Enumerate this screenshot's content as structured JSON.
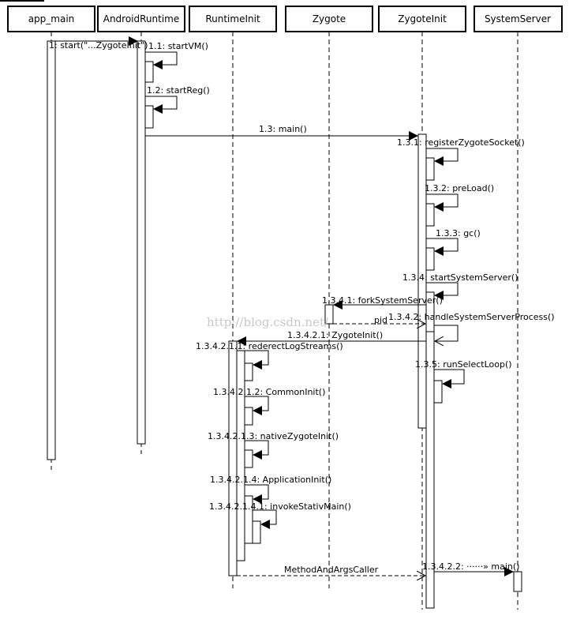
{
  "participants": [
    {
      "id": "app_main",
      "label": "app_main"
    },
    {
      "id": "android_runtime",
      "label": "AndroidRuntime"
    },
    {
      "id": "runtime_init",
      "label": "RuntimeInit"
    },
    {
      "id": "zygote",
      "label": "Zygote"
    },
    {
      "id": "zygote_init",
      "label": "ZygoteInit"
    },
    {
      "id": "system_server",
      "label": "SystemServer"
    }
  ],
  "messages": [
    {
      "id": "m1",
      "label": "1: start(\"...ZygoteInit\")"
    },
    {
      "id": "m1_1",
      "label": "1.1: startVM()"
    },
    {
      "id": "m1_2",
      "label": "1.2: startReg()"
    },
    {
      "id": "m1_3",
      "label": "1.3: main()"
    },
    {
      "id": "m1_3_1",
      "label": "1.3.1: registerZygoteSocket()"
    },
    {
      "id": "m1_3_2",
      "label": "1.3.2: preLoad()"
    },
    {
      "id": "m1_3_3",
      "label": "1.3.3: gc()"
    },
    {
      "id": "m1_3_4",
      "label": "1.3.4: startSystemServer()"
    },
    {
      "id": "m1_3_4_1",
      "label": "1.3.4.1: forkSystemServer()"
    },
    {
      "id": "m_pid",
      "label": "pid"
    },
    {
      "id": "m1_3_4_2",
      "label": "1.3.4.2: handleSystemServerProcess()"
    },
    {
      "id": "m1_3_4_2_1",
      "label": "1.3.4.2.1: ZygoteInit()"
    },
    {
      "id": "m1_3_4_2_1_1",
      "label": "1.3.4.2.1.1: rederectLogStreams()"
    },
    {
      "id": "m1_3_5",
      "label": "1.3.5: runSelectLoop()"
    },
    {
      "id": "m1_3_4_2_1_2",
      "label": "1.3.4.2.1.2: CommonInit()"
    },
    {
      "id": "m1_3_4_2_1_3",
      "label": "1.3.4.2.1.3: nativeZygoteInit()"
    },
    {
      "id": "m1_3_4_2_1_4",
      "label": "1.3.4.2.1.4: ApplicationInit()"
    },
    {
      "id": "m1_3_4_2_1_4_1",
      "label": "1.3.4.2.1.4.1: invokeStativMain()"
    },
    {
      "id": "m_method_args",
      "label": "MethodAndArgsCaller"
    },
    {
      "id": "m1_3_4_2_2",
      "label": "1.3.4.2.2: ······» main()"
    }
  ],
  "watermark": "http://blog.csdn.net/"
}
